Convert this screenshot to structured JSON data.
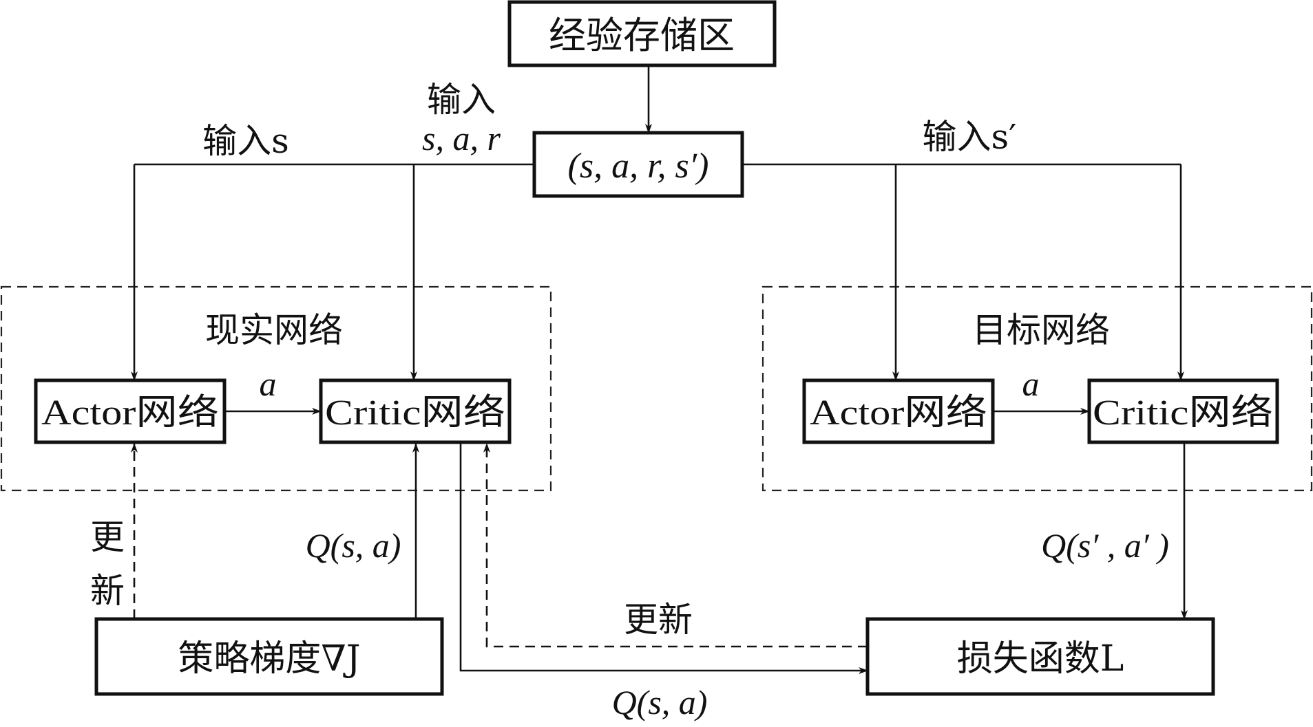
{
  "nodes": {
    "replay_buffer": "经验存储区",
    "sample_tuple": "(s, a, r, s′)",
    "online_group": "现实网络",
    "target_group": "目标网络",
    "online_actor": "Actor网络",
    "online_critic": "Critic网络",
    "target_actor": "Actor网络",
    "target_critic": "Critic网络",
    "policy_gradient": "策略梯度∇J",
    "loss_function": "损失函数L"
  },
  "edge_labels": {
    "input_s": "输入s",
    "input_sar_line1": "输入",
    "input_sar_line2": "s, a, r",
    "input_s_prime": "输入s′",
    "online_action": "a",
    "target_action": "a",
    "update_actor_1": "更",
    "update_actor_2": "新",
    "q_to_critic": "Q(s, a)",
    "update_critic": "更新",
    "q_to_loss": "Q(s, a)",
    "q_target": "Q(s′ , a′ )"
  }
}
